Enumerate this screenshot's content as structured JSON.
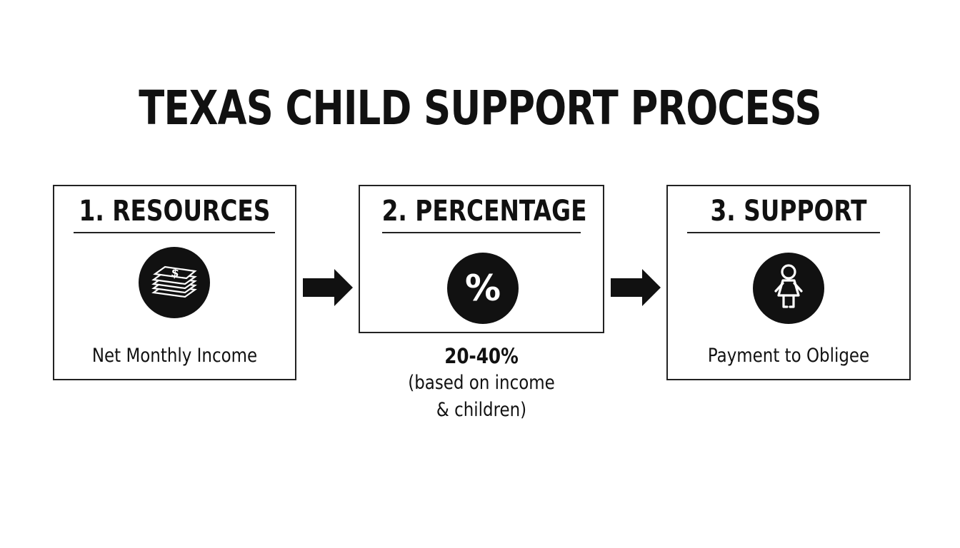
{
  "title": "TEXAS CHILD SUPPORT PROCESS",
  "steps": [
    {
      "title": "1. RESOURCES",
      "icon": "money-stack-icon",
      "caption": "Net Monthly Income"
    },
    {
      "title": "2. PERCENTAGE",
      "icon": "percent-icon",
      "icon_glyph": "%",
      "note_line1": "20-40%",
      "note_line2": "(based on income",
      "note_line3": "& children)"
    },
    {
      "title": "3. SUPPORT",
      "icon": "child-icon",
      "caption": "Payment to Obligee"
    }
  ],
  "colors": {
    "ink": "#111111",
    "background": "#ffffff"
  }
}
